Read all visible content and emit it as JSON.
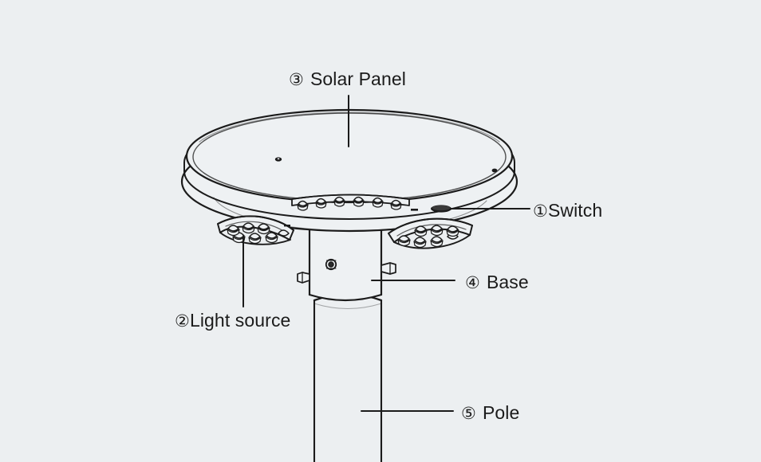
{
  "diagram": {
    "title": "Solar garden light exploded component callout diagram",
    "background_color": "#eceff1",
    "line_color": "#1b1b1b",
    "fill_color": "#eef1f3",
    "product": "solar garden light head with pole"
  },
  "callouts": [
    {
      "id": "callout-1",
      "number": "①",
      "label": "Switch",
      "target": "switch-oval-on-underside",
      "leader": "horizontal"
    },
    {
      "id": "callout-2",
      "number": "②",
      "label": "Light source",
      "target": "left-led-cluster",
      "leader": "vertical"
    },
    {
      "id": "callout-3",
      "number": "③",
      "label": "Solar Panel",
      "target": "disc-top-surface",
      "leader": "vertical"
    },
    {
      "id": "callout-4",
      "number": "④",
      "label": "Base",
      "target": "base-collar",
      "leader": "horizontal"
    },
    {
      "id": "callout-5",
      "number": "⑤",
      "label": "Pole",
      "target": "pole-tube",
      "leader": "horizontal"
    }
  ],
  "parts": {
    "solar_panel": "solar-panel-disc",
    "light_source": "led-light-cluster",
    "switch": "power-switch",
    "base": "mounting-base-collar",
    "pole": "support-pole"
  }
}
